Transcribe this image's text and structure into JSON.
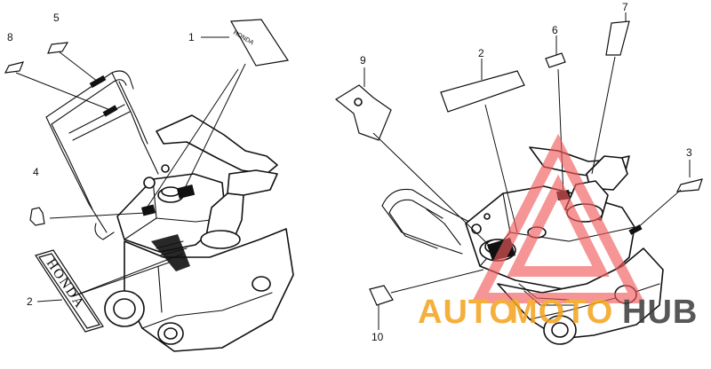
{
  "diagram": {
    "callouts": [
      {
        "id": "c1",
        "label": "1"
      },
      {
        "id": "c2a",
        "label": "2"
      },
      {
        "id": "c2b",
        "label": "2"
      },
      {
        "id": "c3",
        "label": "3"
      },
      {
        "id": "c4",
        "label": "4"
      },
      {
        "id": "c5",
        "label": "5"
      },
      {
        "id": "c6",
        "label": "6"
      },
      {
        "id": "c7",
        "label": "7"
      },
      {
        "id": "c8",
        "label": "8"
      },
      {
        "id": "c9",
        "label": "9"
      },
      {
        "id": "c10",
        "label": "10"
      }
    ],
    "decal_text": {
      "label_1": "HONDA",
      "label_2": "HONDA"
    }
  },
  "watermark": {
    "part1": "AUTO",
    "part2": "MOTO",
    "part3": "HUB",
    "color_primary": "#f4a21c",
    "color_secondary": "#3a3a3a",
    "triangle_color": "#f05a5a"
  }
}
